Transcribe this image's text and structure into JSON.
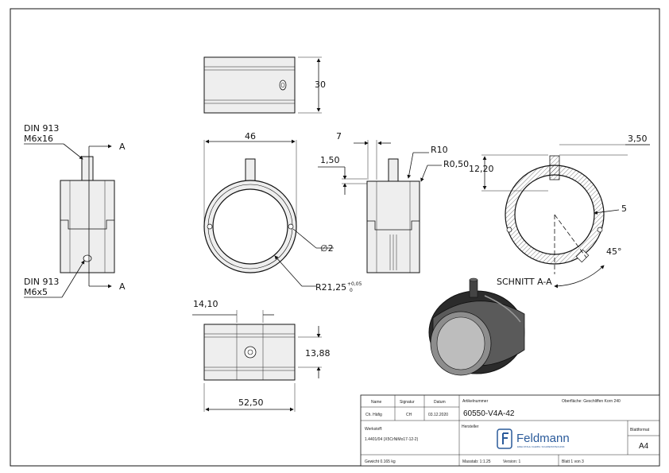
{
  "views": {
    "top": {
      "dim_height": "30"
    },
    "left": {
      "callout_top": {
        "line1": "DIN 913",
        "line2": "M6x16"
      },
      "callout_bottom": {
        "line1": "DIN 913",
        "line2": "M6x5"
      },
      "section_mark": "A"
    },
    "front": {
      "dim_width": "46",
      "dim_hole": "∅2",
      "dim_radius": "R21,25",
      "tol_upper": "+0,05",
      "tol_lower": "0"
    },
    "side": {
      "dim_width": "7",
      "dim_step": "1,50",
      "dim_r10": "R10",
      "dim_r05": "R0,50"
    },
    "section": {
      "dim_350": "3,50",
      "dim_1220": "12,20",
      "dim_5": "5",
      "dim_angle": "45°",
      "title": "SCHNITT A-A"
    },
    "bottom": {
      "dim_1410": "14,10",
      "dim_1388": "13,88",
      "dim_5250": "52,50"
    }
  },
  "title_block": {
    "col_name": "Name",
    "col_sig": "Signatur",
    "col_date": "Datum",
    "row_label": "Ch. Häfig",
    "row_sig": "CH",
    "row_date": "03.12.2020",
    "artikel_label": "Artikelnummer",
    "artikel_value": "60550-V4A-42",
    "oberflaeche": "Oberfläche: Geschliffen Korn 240",
    "werkstoff_label": "Werkstoff:",
    "werkstoff_value": "1.4401/04 (X5CrNiMo17-12-2)",
    "hersteller_label": "Hersteller",
    "brand": "Feldmann",
    "brand_sub": "EDELSTAHL KLEMM- SCHWEISSTECHNIK",
    "blattformat_label": "Blattformat",
    "blattformat_value": "A4",
    "gewicht": "Gewicht 0.165 kg",
    "massstab": "Masstab: 1:1.25",
    "version": "Version: 1",
    "blatt": "Blatt 1 von 3"
  }
}
